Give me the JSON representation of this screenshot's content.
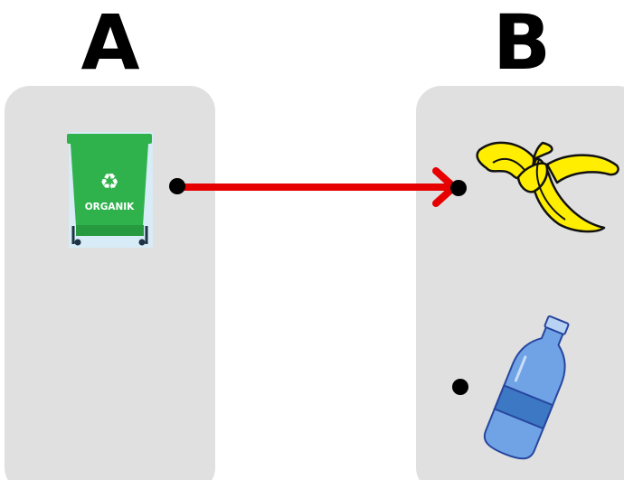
{
  "headings": {
    "left": "A",
    "right": "B"
  },
  "bin": {
    "label": "ORGANIK",
    "recycle_symbol": "♻",
    "icon": "organic-trash-bin-icon"
  },
  "items": [
    {
      "icon": "banana-peel-icon"
    },
    {
      "icon": "plastic-bottle-icon"
    }
  ],
  "connections": [
    {
      "from": "organic-bin",
      "to": "banana-peel",
      "color": "#e60000"
    }
  ],
  "colors": {
    "panel": "#dfe0df",
    "bin_green": "#2fb24c",
    "arrow": "#e60000",
    "banana": "#ffee00",
    "bottle": "#6fa3e6"
  }
}
